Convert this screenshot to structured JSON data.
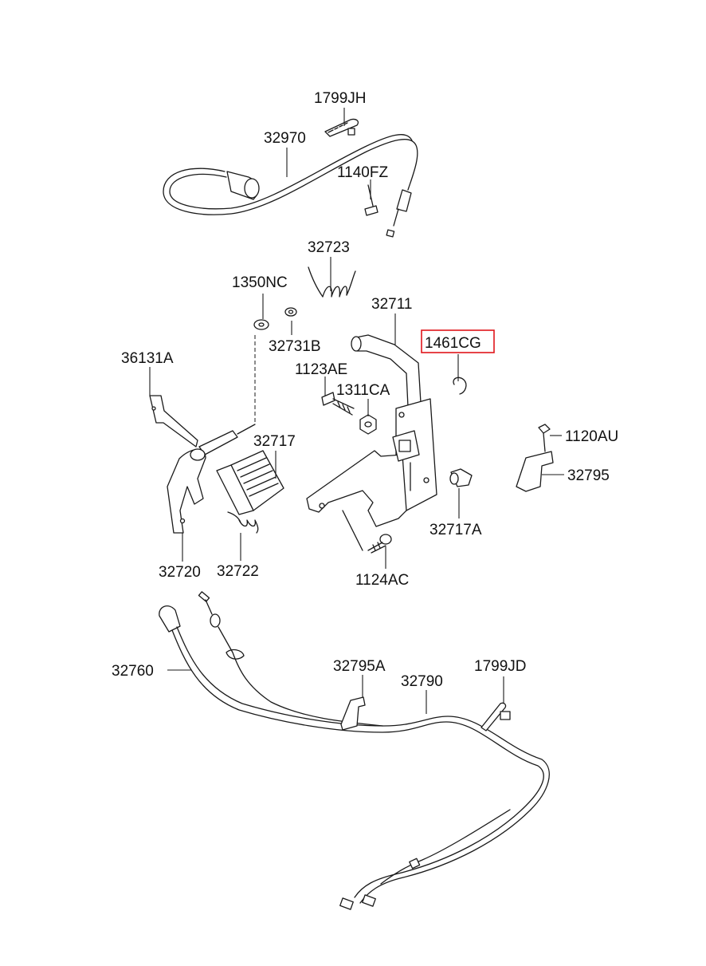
{
  "highlight_color": "#e0161b",
  "parts": {
    "p1799JH": "1799JH",
    "p32970": "32970",
    "p1140FZ": "1140FZ",
    "p32723": "32723",
    "p1350NC": "1350NC",
    "p32711": "32711",
    "p1461CG": "1461CG",
    "p32731B": "32731B",
    "p36131A": "36131A",
    "p1123AE": "1123AE",
    "p1311CA": "1311CA",
    "p32717": "32717",
    "p1120AU": "1120AU",
    "p32795": "32795",
    "p32717A": "32717A",
    "p32720": "32720",
    "p32722": "32722",
    "p1124AC": "1124AC",
    "p32760": "32760",
    "p32795A": "32795A",
    "p32790": "32790",
    "p1799JD": "1799JD"
  },
  "highlighted_part": "1461CG"
}
